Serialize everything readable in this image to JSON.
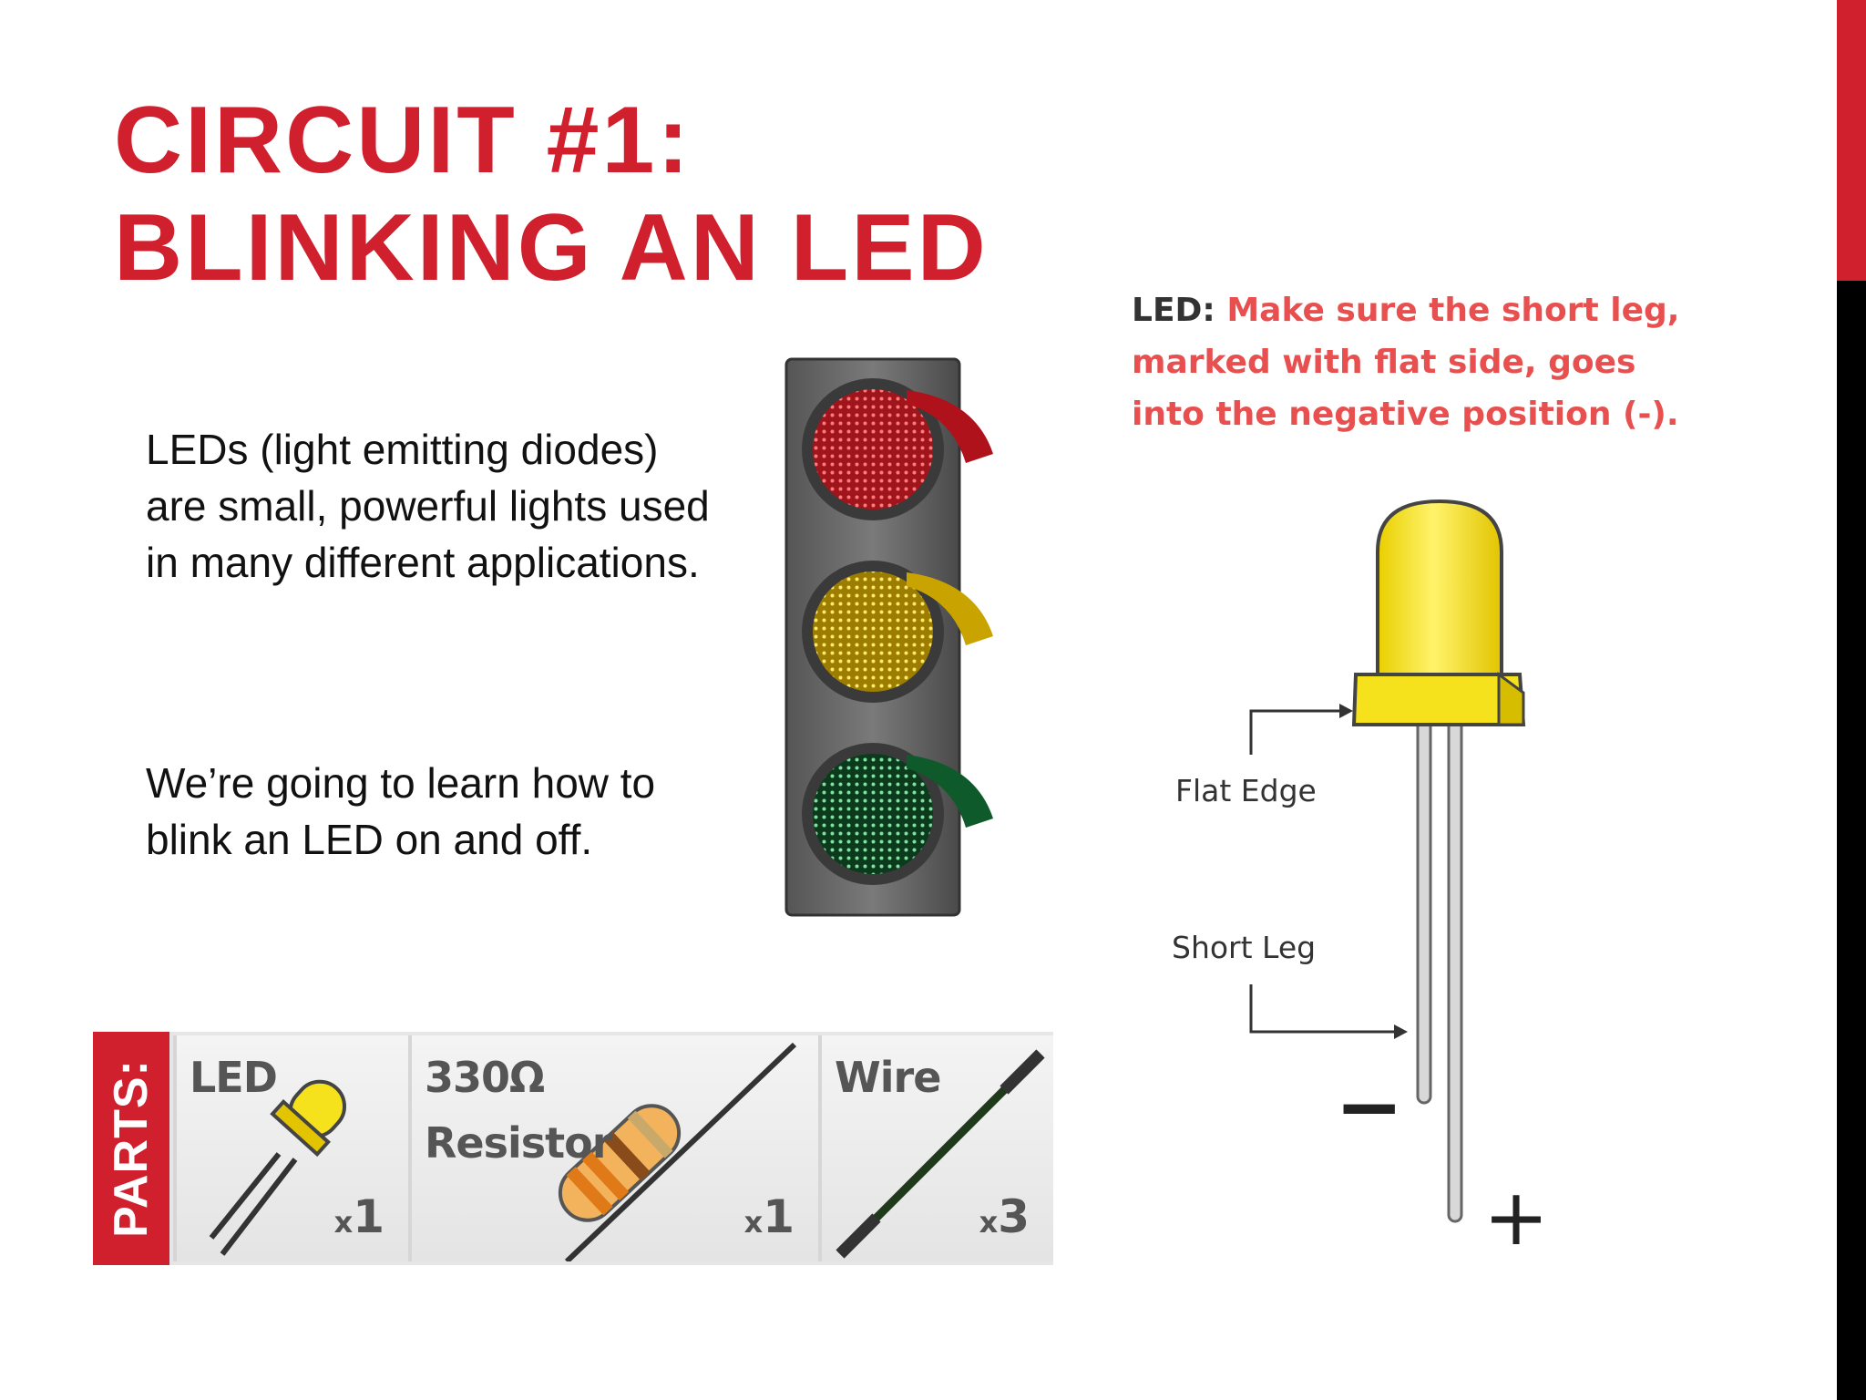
{
  "slide": {
    "title_line1": "CIRCUIT #1:",
    "title_line2": "BLINKING AN LED",
    "paragraph1": "LEDs (light emitting diodes) are small, powerful lights used in many different applications.",
    "paragraph2": "We’re going to learn how to blink an LED on and off."
  },
  "led_note": {
    "label": "LED:",
    "text": "Make sure the short leg, marked with flat side, goes into the negative position (-)."
  },
  "led_diagram": {
    "flat_edge_label": "Flat Edge",
    "short_leg_label": "Short Leg",
    "minus_symbol": "−",
    "plus_symbol": "+"
  },
  "parts": {
    "tab_label": "PARTS:",
    "items": [
      {
        "name_line1": "LED",
        "name_line2": "",
        "qty_prefix": "x",
        "qty": "1"
      },
      {
        "name_line1": "330Ω",
        "name_line2": "Resistor",
        "qty_prefix": "x",
        "qty": "1"
      },
      {
        "name_line1": "Wire",
        "name_line2": "",
        "qty_prefix": "x",
        "qty": "3"
      }
    ]
  },
  "colors": {
    "accent_red": "#d0202e",
    "note_red": "#e8504f",
    "led_yellow": "#f6e21c"
  }
}
